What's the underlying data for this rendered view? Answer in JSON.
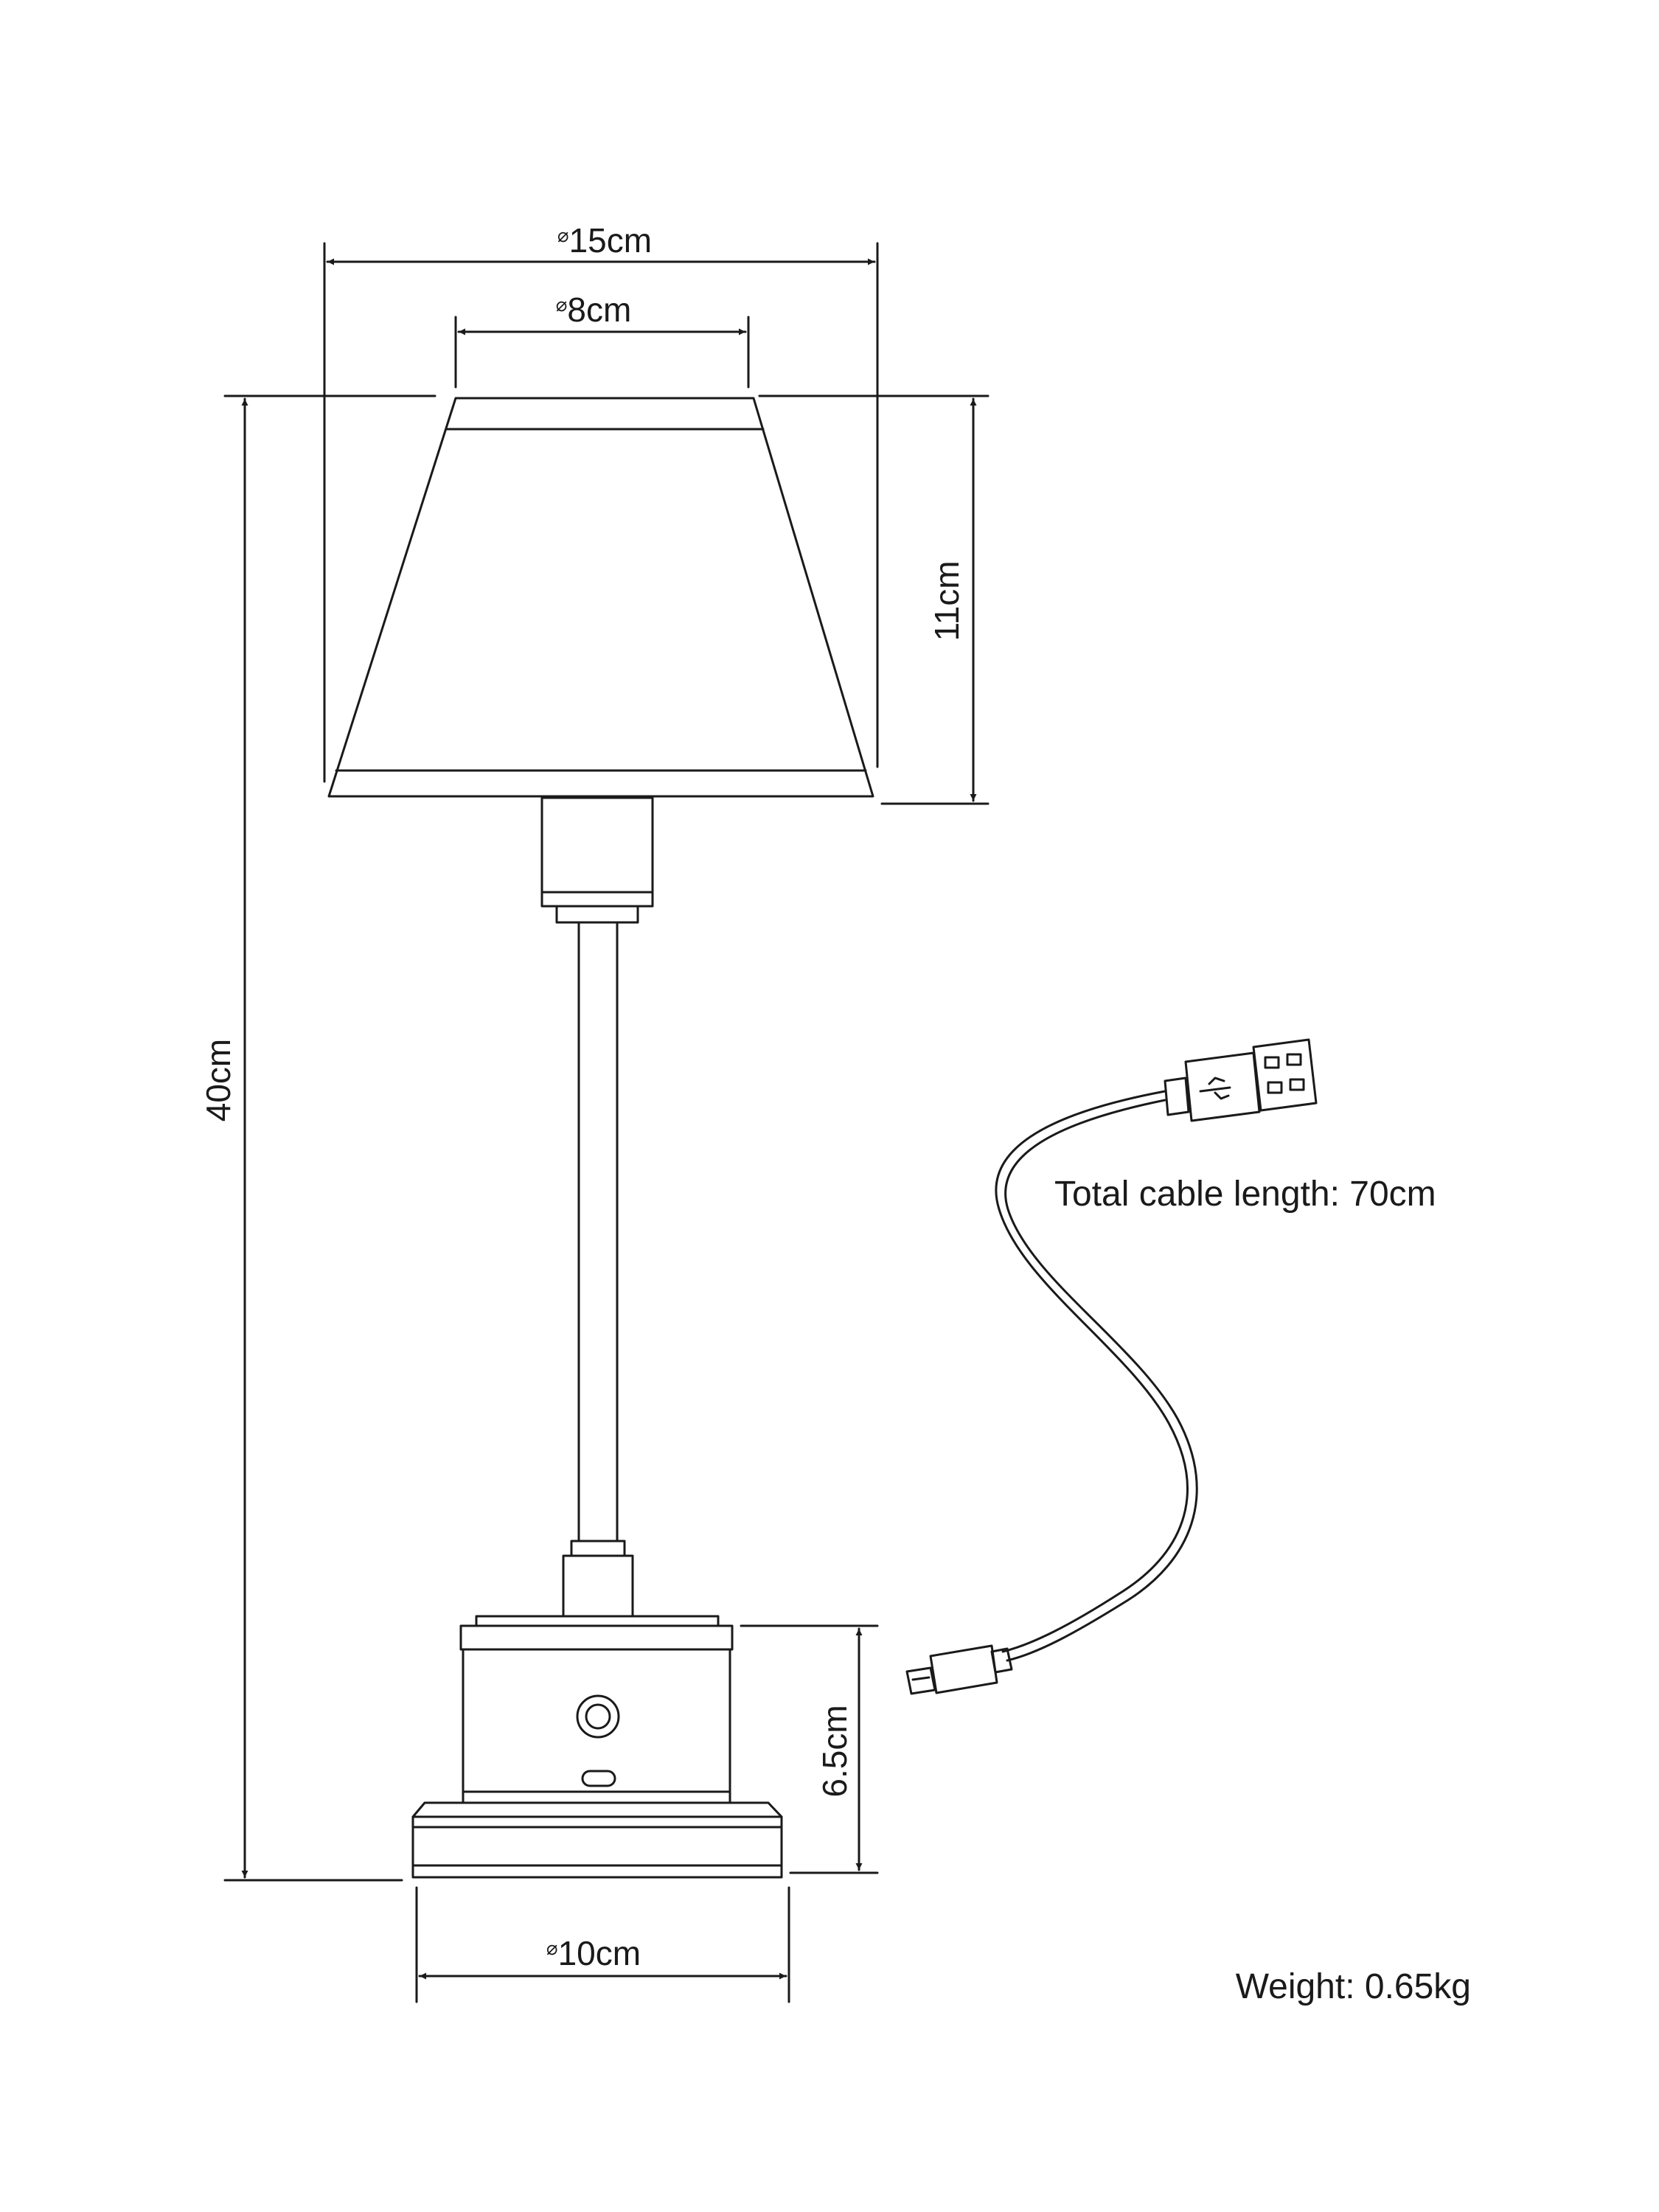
{
  "dimensions": {
    "shade_bottom_diameter": "15cm",
    "shade_top_diameter": "8cm",
    "shade_height": "11cm",
    "total_height": "40cm",
    "base_height": "6.5cm",
    "base_diameter": "10cm",
    "diameter_symbol": "⌀"
  },
  "notes": {
    "cable_length": "Total cable length: 70cm",
    "weight": "Weight: 0.65kg"
  },
  "colors": {
    "line": "#1a1a1a",
    "background": "#ffffff"
  }
}
